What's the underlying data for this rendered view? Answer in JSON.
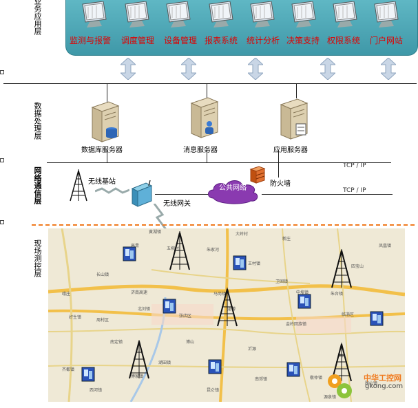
{
  "layers": {
    "application": "业务应用层",
    "data_processing": "数据处理层",
    "network": "网络通信层",
    "field": "现场测控层"
  },
  "applications": [
    "监测与报警",
    "调度管理",
    "设备管理",
    "报表系统",
    "统计分析",
    "决策支持",
    "权限系统",
    "门户网站"
  ],
  "servers": {
    "database": "数据库服务器",
    "message": "消息服务器",
    "application": "应用服务器"
  },
  "network": {
    "base_station": "无线基站",
    "firewall": "防火墙",
    "gateway": "无线网关",
    "public_network": "公共网络",
    "tcp_top": "TCP / IP",
    "tcp_bottom": "TCP / IP"
  },
  "map_labels": [
    "黄湖镇",
    "五柳村",
    "朱家河",
    "大岭村",
    "新庄",
    "长山镇",
    "济南高速",
    "北刘镇",
    "张店区",
    "淄博",
    "周村区",
    "临淄区",
    "好生镇",
    "王村镇",
    "南定镇",
    "博山",
    "沂源",
    "桓台",
    "高青",
    "卫固镇",
    "中埠镇",
    "金岭回族镇",
    "齐都镇",
    "湖田镇",
    "昆仑镇",
    "南郊镇",
    "敬仲镇",
    "朱台镇",
    "凤凰镇",
    "路山镇",
    "西河镇",
    "马尚镇",
    "傅家镇",
    "四宝山",
    "峨庄",
    "源泉镇"
  ],
  "watermark": {
    "cn": "中华工控网",
    "url": "gkong.com"
  },
  "colors": {
    "panel": "#4aa6b5",
    "app_text": "#e00000",
    "dashed": "#f07a1e",
    "arrow": "#c9d6e6"
  }
}
